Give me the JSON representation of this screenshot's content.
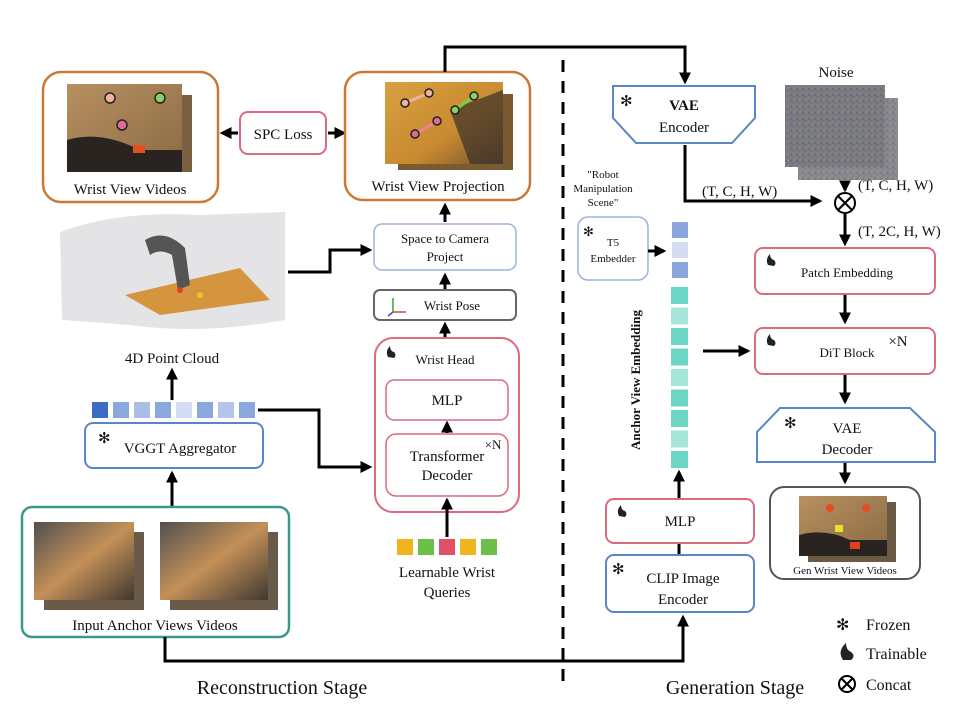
{
  "figure": {
    "stages": {
      "reconstruction": "Reconstruction Stage",
      "generation": "Generation Stage"
    },
    "reconstruction": {
      "wrist_view_videos": "Wrist View Videos",
      "spc_loss": "SPC Loss",
      "wrist_view_projection": "Wrist View Projection",
      "space_to_camera": [
        "Space to Camera",
        "Project"
      ],
      "wrist_pose": "Wrist Pose",
      "wrist_head": "Wrist Head",
      "mlp": "MLP",
      "transformer_decoder": [
        "Transformer",
        "Decoder"
      ],
      "repeat_n": "×N",
      "learnable_queries": [
        "Learnable Wrist",
        "Queries"
      ],
      "query_colors": [
        "#f0b41e",
        "#6cc04a",
        "#e0506a",
        "#f0b41e",
        "#6cc04a"
      ],
      "point_cloud": "4D Point Cloud",
      "token_colors": [
        "#3c6cc4",
        "#8aa8dc",
        "#aabde6",
        "#8aa8dc",
        "#d2dcf2",
        "#8aa8dc",
        "#b4c4ea",
        "#8aa8dc"
      ],
      "vggt_aggregator": "VGGT Aggregator",
      "input_anchor_views": "Input Anchor Views Videos"
    },
    "generation": {
      "vae_encoder": [
        "VAE",
        "Encoder"
      ],
      "noise": "Noise",
      "shape_tchw_1": "(T, C, H, W)",
      "shape_tchw_2": "(T, C, H, W)",
      "shape_t2chw": "(T, 2C, H, W)",
      "prompt": [
        "\"Robot",
        "Manipulation",
        "Scene\""
      ],
      "t5_embedder": [
        "T5",
        "Embedder"
      ],
      "text_token_colors": [
        "#8aa6dc",
        "#d4dcf0",
        "#8aa6dc"
      ],
      "anchor_token_colors": [
        "#6cd6c4",
        "#a6e6da",
        "#6cd6c4",
        "#6cd6c4",
        "#a6e6da",
        "#6cd6c4",
        "#6cd6c4",
        "#a6e6da",
        "#6cd6c4"
      ],
      "anchor_view_embedding": "Anchor View Embedding",
      "patch_embedding": "Patch Embedding",
      "dit_block": "DiT Block",
      "repeat_n": "×N",
      "vae_decoder": [
        "VAE",
        "Decoder"
      ],
      "gen_wrist_videos": "Gen Wrist View Videos",
      "mlp": "MLP",
      "clip_encoder": [
        "CLIP Image",
        "Encoder"
      ]
    },
    "legend": {
      "frozen": "Frozen",
      "trainable": "Trainable",
      "concat": "Concat"
    },
    "colors": {
      "orange_border": "#c97a36",
      "red_border": "#dc6a7e",
      "blue_border": "#5a86c8",
      "gray_border": "#555555",
      "teal_border": "#3a9a8a",
      "light_blue_border": "#9ab4d8"
    }
  }
}
